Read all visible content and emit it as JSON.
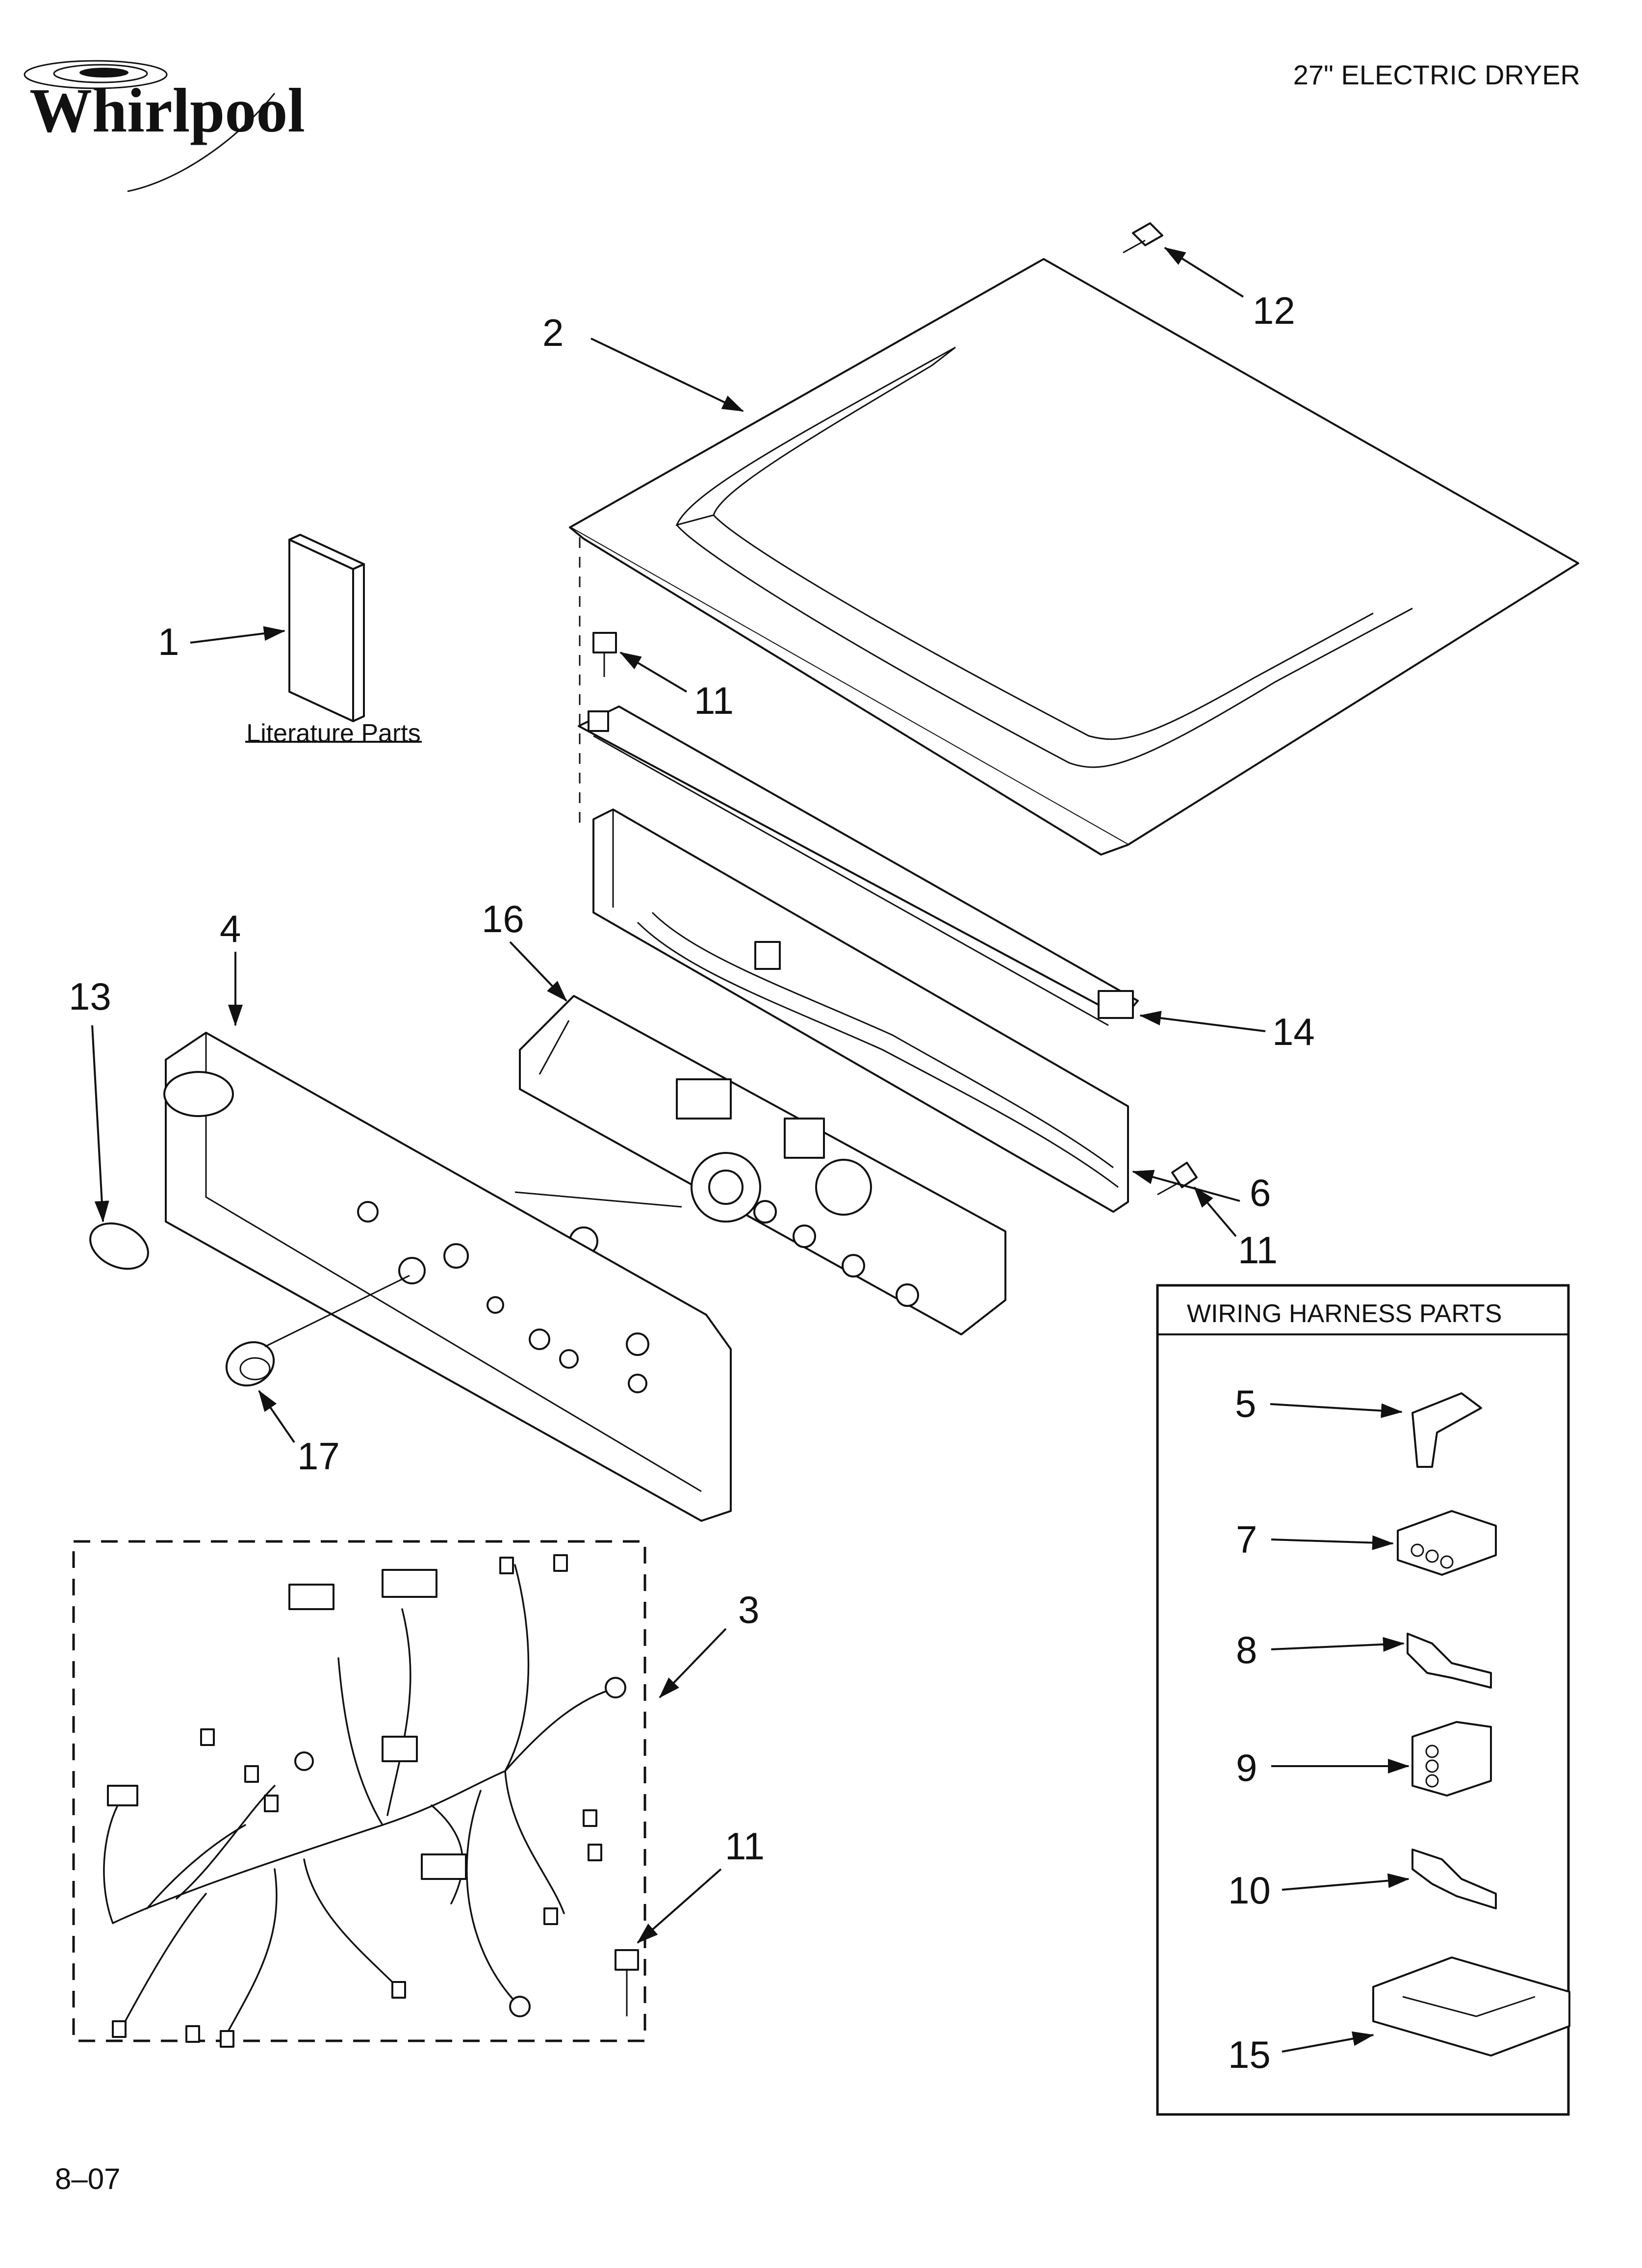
{
  "brand": {
    "name": "Whirlpool"
  },
  "header": {
    "title": "27\" ELECTRIC DRYER"
  },
  "footer": {
    "code": "8–07"
  },
  "literature": {
    "label": "Literature Parts"
  },
  "wiring_box": {
    "title": "WIRING HARNESS PARTS"
  },
  "callouts": {
    "c1": "1",
    "c2": "2",
    "c3": "3",
    "c4": "4",
    "c5": "5",
    "c6": "6",
    "c7": "7",
    "c8": "8",
    "c9": "9",
    "c10": "10",
    "c11a": "11",
    "c11b": "11",
    "c11c": "11",
    "c12": "12",
    "c13": "13",
    "c14": "14",
    "c15": "15",
    "c16": "16",
    "c17": "17"
  },
  "colors": {
    "ink": "#111111",
    "paper": "#ffffff"
  }
}
